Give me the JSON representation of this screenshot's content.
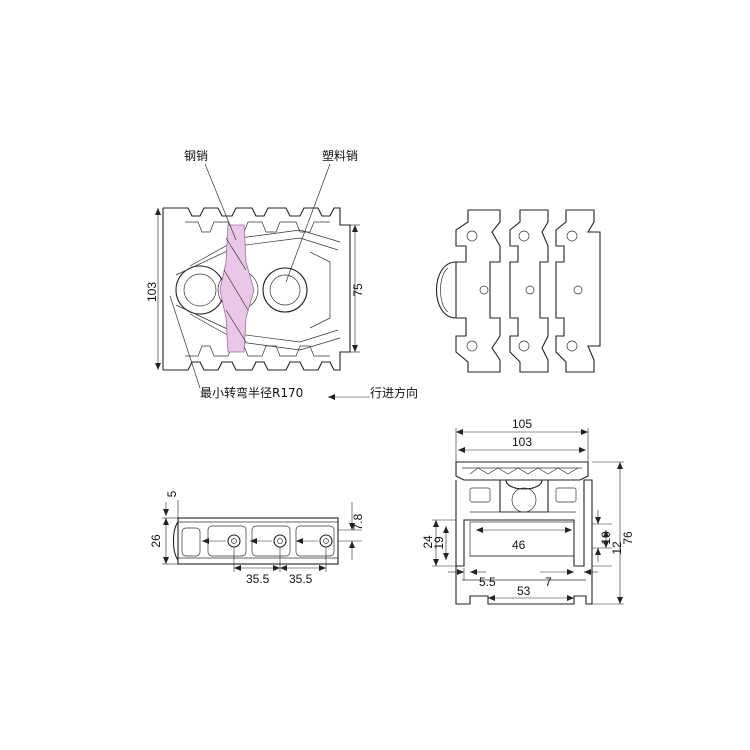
{
  "labels": {
    "steel_pin": "钢销",
    "plastic_pin": "塑料销",
    "min_radius": "最小转弯半径R170",
    "direction": "行进方向"
  },
  "dims": {
    "d103_left": "103",
    "d75": "75",
    "d105": "105",
    "d103_top": "103",
    "d5": "5",
    "d26": "26",
    "d7_8": "7.8",
    "d35_5_a": "35.5",
    "d35_5_b": "35.5",
    "d24": "24",
    "d19": "19",
    "d46": "46",
    "d10": "10",
    "d12": "12",
    "d76": "76",
    "d5_5": "5.5",
    "d7": "7",
    "d53": "53"
  },
  "colors": {
    "line": "#222222",
    "pin_fill": "#eac7e6"
  }
}
